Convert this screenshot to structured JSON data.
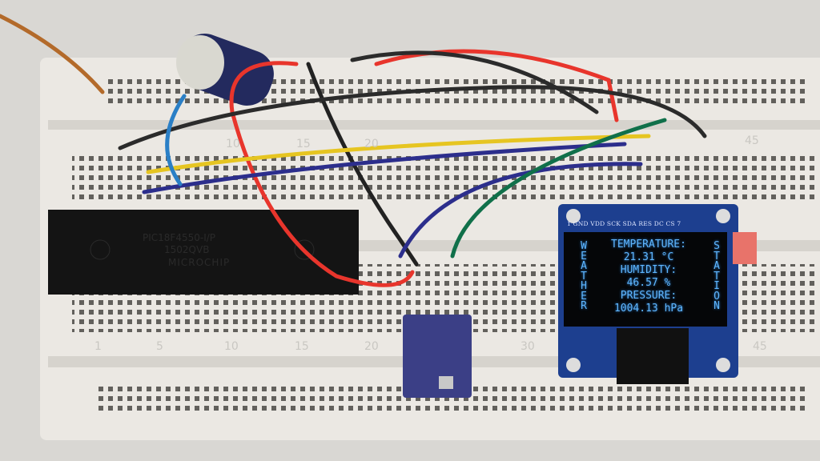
{
  "oled": {
    "left_vertical": "WEATHER",
    "right_vertical": "STATION",
    "temperature_label": "TEMPERATURE:",
    "temperature_value": "21.31 °C",
    "humidity_label": "HUMIDITY:",
    "humidity_value": "46.57 %",
    "pressure_label": "PRESSURE:",
    "pressure_value": "1004.13 hPa",
    "pin_labels": "1 GND VDD SCK SDA RES DC CS 7"
  },
  "chip": {
    "part": "PIC18F4550-I/P",
    "code": "1502QVB",
    "brand": "MICROCHIP"
  },
  "breadboard": {
    "top_numbers": [
      "10",
      "15",
      "20",
      "45"
    ],
    "bottom_numbers": [
      "1",
      "5",
      "10",
      "15",
      "20",
      "30",
      "45"
    ]
  },
  "colors": {
    "board": "#ebe8e3",
    "oled_text": "#5fb6ff",
    "pcb_blue": "#1d3f8f",
    "sensor_purple": "#3b3f86"
  }
}
